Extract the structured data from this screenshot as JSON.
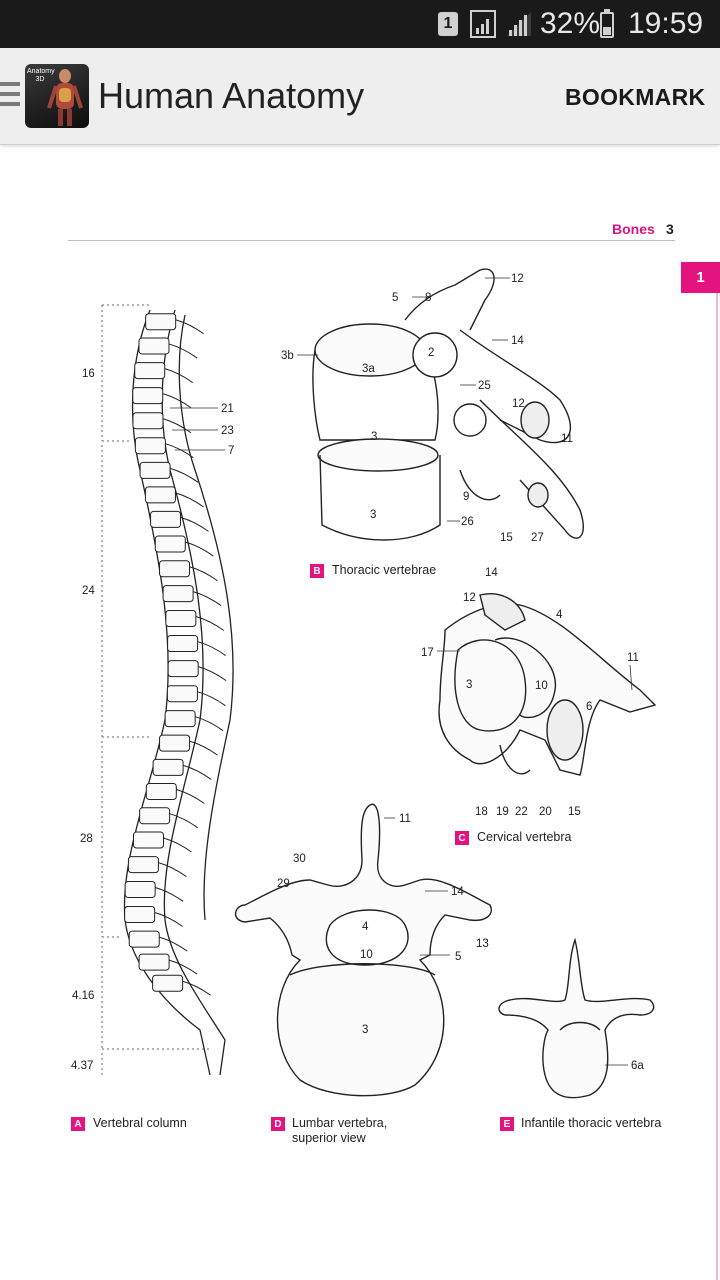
{
  "status_bar": {
    "sim_badge": "1",
    "battery_percent": "32%",
    "time": "19:59"
  },
  "app_bar": {
    "icon_label_line1": "Anatomy",
    "icon_label_line2": "3D",
    "title": "Human Anatomy",
    "bookmark_label": "BOOKMARK"
  },
  "page_header": {
    "section": "Bones",
    "page_number": "3",
    "chapter_tab": "1"
  },
  "figures": {
    "a": {
      "letter": "A",
      "caption": "Vertebral column",
      "labels": [
        "16",
        "24",
        "28",
        "4.16",
        "4.37",
        "21",
        "23",
        "7"
      ]
    },
    "b": {
      "letter": "B",
      "caption": "Thoracic vertebrae",
      "labels": [
        "5",
        "8",
        "12",
        "3b",
        "2",
        "3a",
        "14",
        "25",
        "12",
        "3",
        "11",
        "9",
        "3",
        "26",
        "15",
        "27"
      ]
    },
    "c": {
      "letter": "C",
      "caption": "Cervical vertebra",
      "labels": [
        "14",
        "12",
        "4",
        "17",
        "3",
        "10",
        "11",
        "6",
        "18",
        "19",
        "22",
        "20",
        "15"
      ]
    },
    "d": {
      "letter": "D",
      "caption_line1": "Lumbar vertebra,",
      "caption_line2": "superior view",
      "labels": [
        "11",
        "30",
        "29",
        "14",
        "4",
        "13",
        "10",
        "5",
        "3"
      ]
    },
    "e": {
      "letter": "E",
      "caption": "Infantile thoracic vertebra",
      "labels": [
        "6a"
      ]
    }
  }
}
